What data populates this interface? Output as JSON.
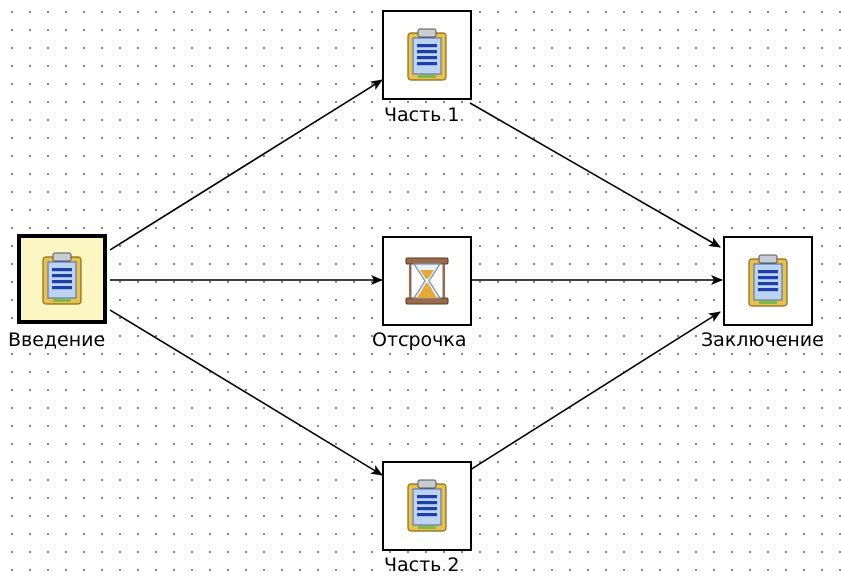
{
  "nodes": [
    {
      "id": "intro",
      "label": "Введение",
      "icon": "clipboard-icon",
      "selected": true
    },
    {
      "id": "part1",
      "label": "Часть 1",
      "icon": "clipboard-icon",
      "selected": false
    },
    {
      "id": "delay",
      "label": "Отсрочка",
      "icon": "hourglass-icon",
      "selected": false
    },
    {
      "id": "part2",
      "label": "Часть 2",
      "icon": "clipboard-icon",
      "selected": false
    },
    {
      "id": "conclusion",
      "label": "Заключение",
      "icon": "clipboard-icon",
      "selected": false
    }
  ],
  "edges": [
    {
      "from": "intro",
      "to": "part1"
    },
    {
      "from": "intro",
      "to": "delay"
    },
    {
      "from": "intro",
      "to": "part2"
    },
    {
      "from": "part1",
      "to": "conclusion"
    },
    {
      "from": "delay",
      "to": "conclusion"
    },
    {
      "from": "part2",
      "to": "conclusion"
    }
  ],
  "colors": {
    "selected_fill": "#fbf6c2",
    "clipboard_board": "#e8c24a",
    "clipboard_paper": "#bcd4f0",
    "clipboard_lines": "#1f3fa8",
    "hourglass_frame": "#9a6a4a",
    "hourglass_sand": "#e7a83a"
  }
}
